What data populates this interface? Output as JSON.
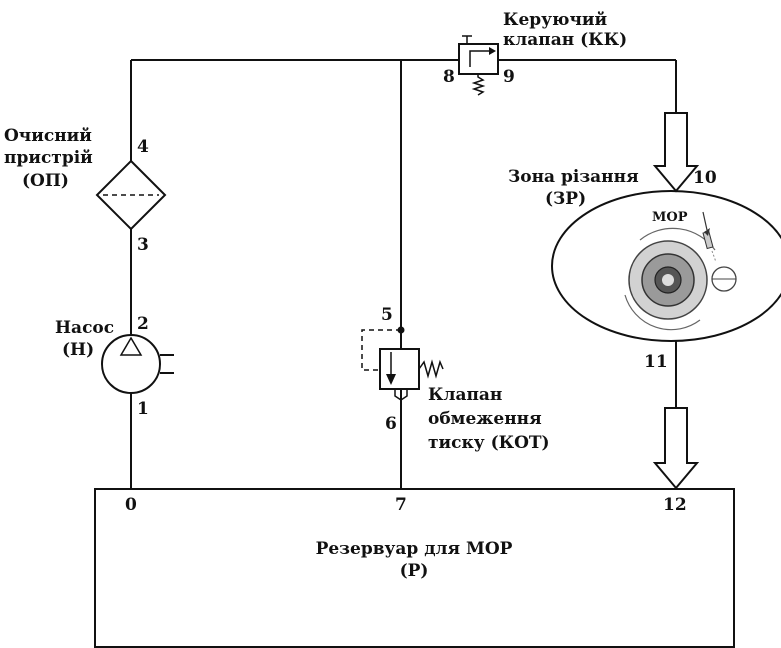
{
  "labels": {
    "control_valve_line1": "Керуючий",
    "control_valve_line2": "клапан (КК)",
    "cleaner_line1": "Очисний",
    "cleaner_line2": "пристрій",
    "cleaner_line3": "(ОП)",
    "pump_line1": "Насос",
    "pump_line2": "(Н)",
    "cut_zone_line1": "Зона різання",
    "cut_zone_line2": "(ЗР)",
    "coolant_tag": "МОР",
    "relief_valve_line1": "Клапан",
    "relief_valve_line2": "обмеження",
    "relief_valve_line3": "тиску (КОТ)",
    "reservoir_line1": "Резервуар для МОР",
    "reservoir_line2": "(Р)"
  },
  "nodes": {
    "n0": "0",
    "n1": "1",
    "n2": "2",
    "n3": "3",
    "n4": "4",
    "n5": "5",
    "n6": "6",
    "n7": "7",
    "n8": "8",
    "n9": "9",
    "n10": "10",
    "n11": "11",
    "n12": "12"
  }
}
